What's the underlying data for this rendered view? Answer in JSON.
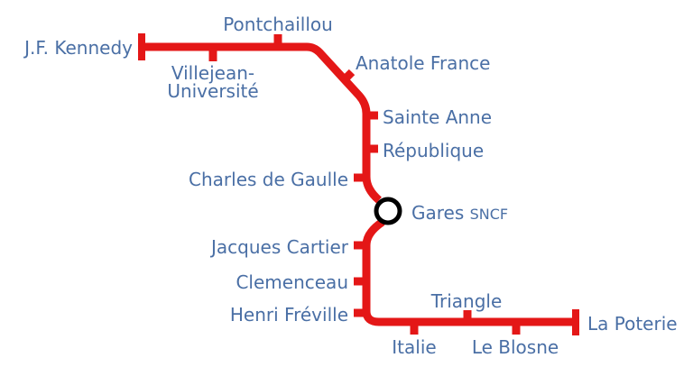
{
  "line_color": "#e41717",
  "label_color": "#4a6fa5",
  "interchange_color": "#000000",
  "stations": {
    "kennedy": "J.F. Kennedy",
    "villejean_1": "Villejean-",
    "villejean_2": "Université",
    "pontchaillou": "Pontchaillou",
    "anatole": "Anatole France",
    "sainte_anne": "Sainte Anne",
    "republique": "République",
    "charles": "Charles de Gaulle",
    "gares": "Gares",
    "gares_sub": "SNCF",
    "jacques": "Jacques Cartier",
    "clemenceau": "Clemenceau",
    "freville": "Henri Fréville",
    "italie": "Italie",
    "triangle": "Triangle",
    "blosne": "Le Blosne",
    "poterie": "La Poterie"
  }
}
